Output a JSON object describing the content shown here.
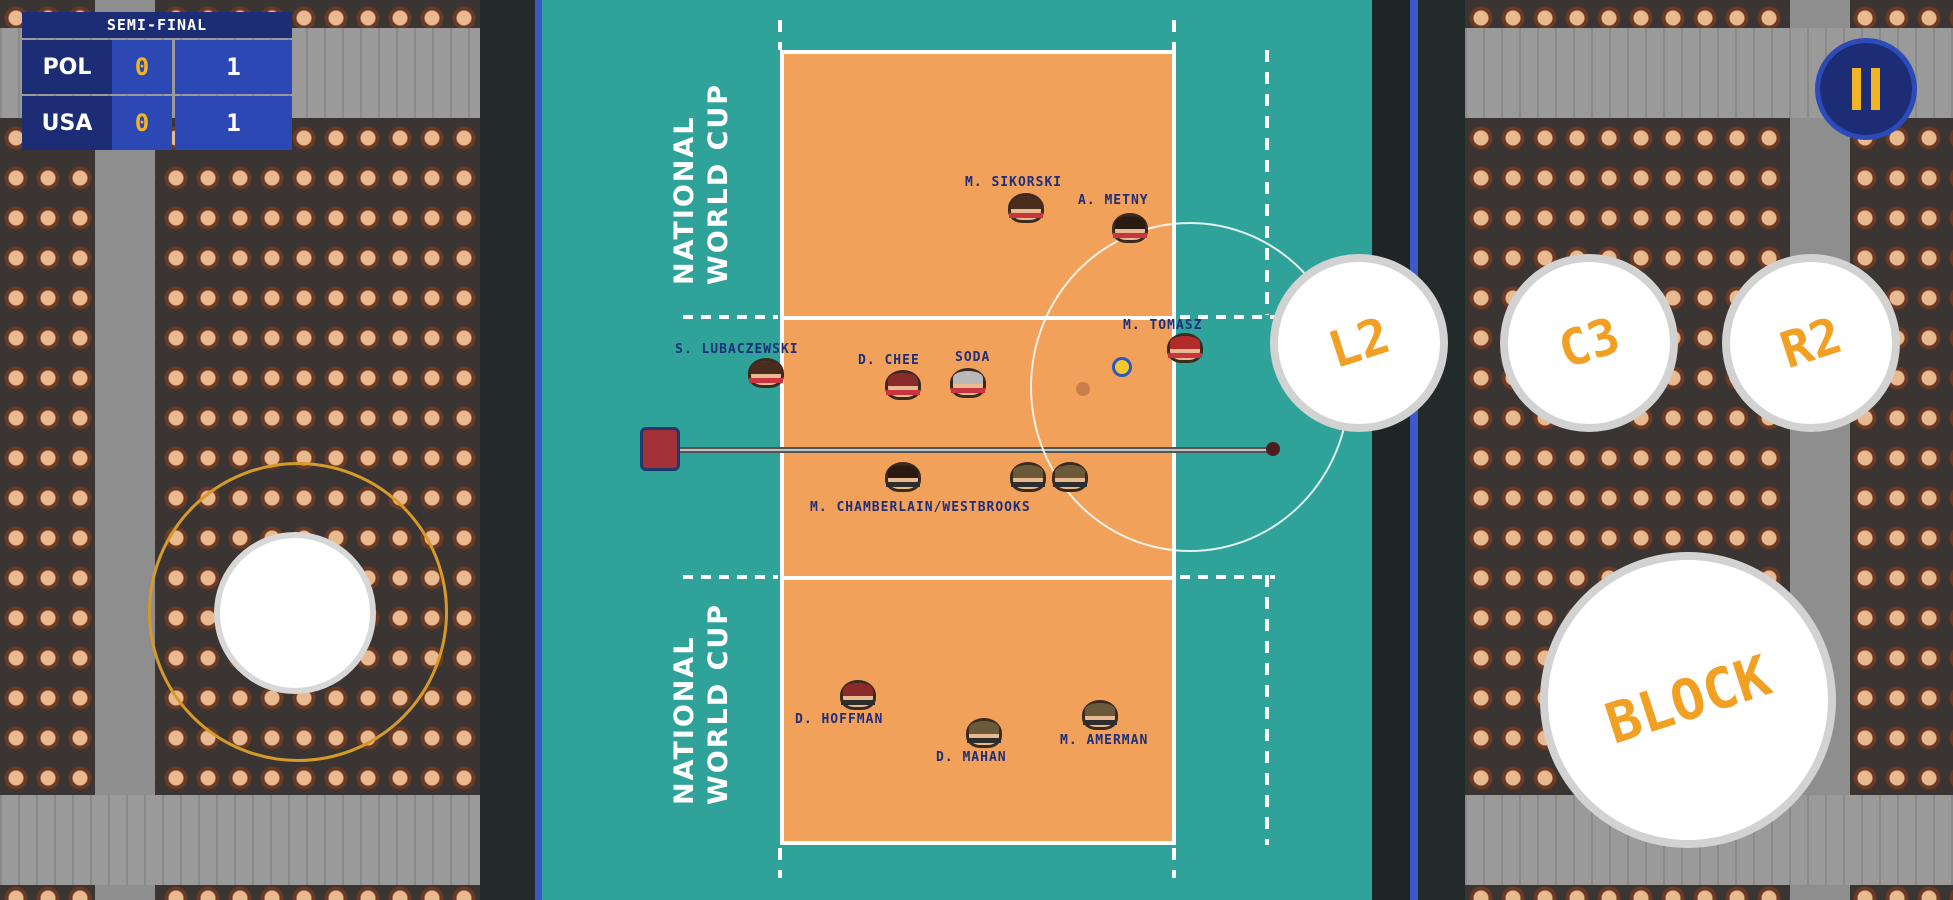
{
  "scoreboard": {
    "round_label": "SEMI-FINAL",
    "teams": [
      {
        "name": "POL",
        "sets": "0",
        "points": "1"
      },
      {
        "name": "USA",
        "sets": "0",
        "points": "1"
      }
    ]
  },
  "court": {
    "floor_text_line1": "NATIONAL",
    "floor_text_line2": "WORLD CUP",
    "colors": {
      "floor": "#2fa39a",
      "court": "#f2a15b",
      "border": "#3d59c9"
    }
  },
  "players": {
    "top": [
      {
        "name": "M. SIKORSKI"
      },
      {
        "name": "A. METNY"
      },
      {
        "name": "M. TOMASZ"
      },
      {
        "name": "S. LUBACZEWSKI"
      },
      {
        "name": "D. CHEE"
      },
      {
        "name": "SODA"
      }
    ],
    "net_label": "M. CHAMBERLAIN/WESTBROOKS",
    "bottom": [
      {
        "name": "D. HOFFMAN"
      },
      {
        "name": "D. MAHAN"
      },
      {
        "name": "M. AMERMAN"
      }
    ]
  },
  "controls": {
    "btn_l2": "L2",
    "btn_c3": "C3",
    "btn_r2": "R2",
    "btn_block": "BLOCK",
    "accent_color": "#f2a024"
  },
  "icons": {
    "pause": "pause-icon",
    "joystick": "joystick-icon"
  }
}
